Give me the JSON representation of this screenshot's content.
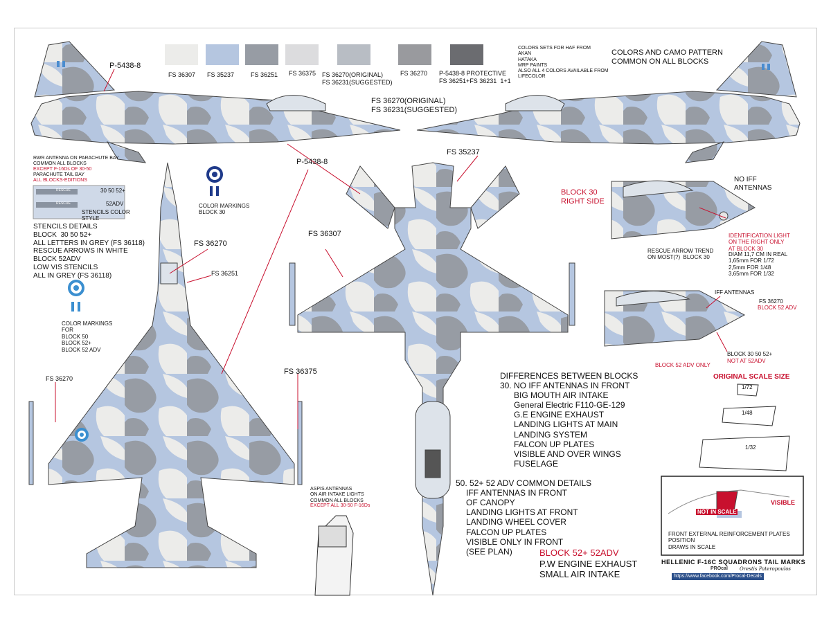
{
  "swatches": [
    {
      "label": "FS 36307",
      "color": "#ececea"
    },
    {
      "label": "FS 35237",
      "color": "#b5c6e0"
    },
    {
      "label": "FS 36251",
      "color": "#979ca4"
    },
    {
      "label": "FS 36375",
      "color": "#dcdcde"
    },
    {
      "label": "FS 36270(ORIGINAL)\nFS 36231(SUGGESTED)",
      "color": "#b8bdc4"
    },
    {
      "label": "FS 36270",
      "color": "#999a9e"
    },
    {
      "label": "P-5438-8 PROTECTIVE\nFS 36251+FS 36231  1+1",
      "color": "#6b6c70"
    }
  ],
  "notes": {
    "color_sets": "COLORS SETS FOR HAF FROM\nAKAN\nHATAKA\nMRP PAINTS\nALSO ALL 4 COLORS AVAILABLE FROM\nLIFECOLOR",
    "camo_common": "COLORS AND CAMO PATTERN\nCOMMON ON ALL BLOCKS"
  },
  "callouts": {
    "p5438_top": "P-5438-8",
    "p5438_mid": "P-5438-8",
    "fs36270_nose": "FS 36270(ORIGINAL)\nFS 36231(SUGGESTED)",
    "fs35237": "FS 35237",
    "fs36307": "FS 36307",
    "fs36270_top": "FS 36270",
    "fs36251": "FS 36251",
    "fs36270_wing": "FS 36270",
    "fs36375": "FS 36375"
  },
  "rwr": {
    "line1": "RWR ANTENNA ON PARACHUTE BAY",
    "line2": "COMMON ALL BLOCKS",
    "line3": "EXCEPT F-16Ds OF 30-50",
    "line4": "PARACHUTE TAIL BAY",
    "line5": "ALL BLOCKS-EDITIONS"
  },
  "stencil_legend": {
    "label_a": "30 50 52+",
    "label_b": "52ADV",
    "label_c": "STENCILS COLOR\nSTYLE",
    "rescue_word": "RESCUE"
  },
  "stencils_details": "STENCILS DETAILS\nBLOCK  30 50 52+\nALL LETTERS IN GREY (FS 36118)\nRESCUE ARROWS IN WHITE\nBLOCK 52ADV\nLOW VIS STENCILS\nALL IN GREY (FS 36118)",
  "markings_30": "COLOR MARKINGS\nBLOCK 30",
  "markings_50": "COLOR MARKINGS\nFOR\nBLOCK 50\nBLOCK 52+\nBLOCK 52 ADV",
  "block30": {
    "title": "BLOCK 30\nRIGHT SIDE",
    "no_iff": "NO IFF\nANTENNAS",
    "rescue_trend": "RESCUE ARROW TREND\nON MOST(?)  BLOCK 30",
    "id_light": "IDENTIFICATION LIGHT\nON THE RIGHT ONLY\nAT BLOCK 30",
    "diam": "DIAM 11,7 CM IN REAL\n1,65mm FOR 1/72\n2,5mm FOR 1/48\n3,65mm FOR 1/32"
  },
  "block52": {
    "iff": "IFF ANTENNAS",
    "fs36270": "FS 36270",
    "b52adv": "BLOCK 52 ADV",
    "b30_50": "BLOCK 30 50 52+",
    "not52": "NOT AT 52ADV",
    "only": "BLOCK 52 ADV ONLY"
  },
  "scale": {
    "title": "ORIGINAL SCALE SIZE",
    "s72": "1/72",
    "s48": "1/48",
    "s32": "1/32"
  },
  "differences": {
    "title": "DIFFERENCES BETWEEN BLOCKS",
    "b30": "30. NO IFF ANTENNAS IN FRONT",
    "b30_items": "BIG MOUTH AIR INTAKE\nGeneral Electric F110-GE-129\nG.E ENGINE EXHAUST\nLANDING LIGHTS AT MAIN\nLANDING SYSTEM\nFALCON UP PLATES\nVISIBLE AND OVER WINGS\nFUSELAGE",
    "b50": "50. 52+ 52 ADV COMMON DETAILS",
    "b50_items": "IFF ANTENNAS IN FRONT\nOF CANOPY\nLANDING LIGHTS AT FRONT\nLANDING WHEEL COVER\nFALCON UP PLATES\nVISIBLE ONLY IN FRONT\n(SEE PLAN)",
    "b52_title": "BLOCK 52+ 52ADV",
    "b52_items": "P.W ENGINE EXHAUST\nSMALL AIR INTAKE"
  },
  "aspis": "ASPIS ANTENNAS\nON AIR INTAKE LIGHTS\nCOMMON ALL BLOCKS",
  "aspis_except": "EXCEPT ALL 30-50 F-16Ds",
  "reinforcement": {
    "not_scale": "NOT IN SCALE",
    "visible": "VISIBLE",
    "text": "FRONT EXTERNAL REINFORCEMENT PLATES\nPOSITION\nDRAWS IN SCALE"
  },
  "footer": {
    "title": "HELLENIC F-16C SQUADRONS TAIL MARKS",
    "brand": "PROcal",
    "author": "Orestis Pateropoulos",
    "url": "https://www.facebook.com/Procal-Decals"
  }
}
